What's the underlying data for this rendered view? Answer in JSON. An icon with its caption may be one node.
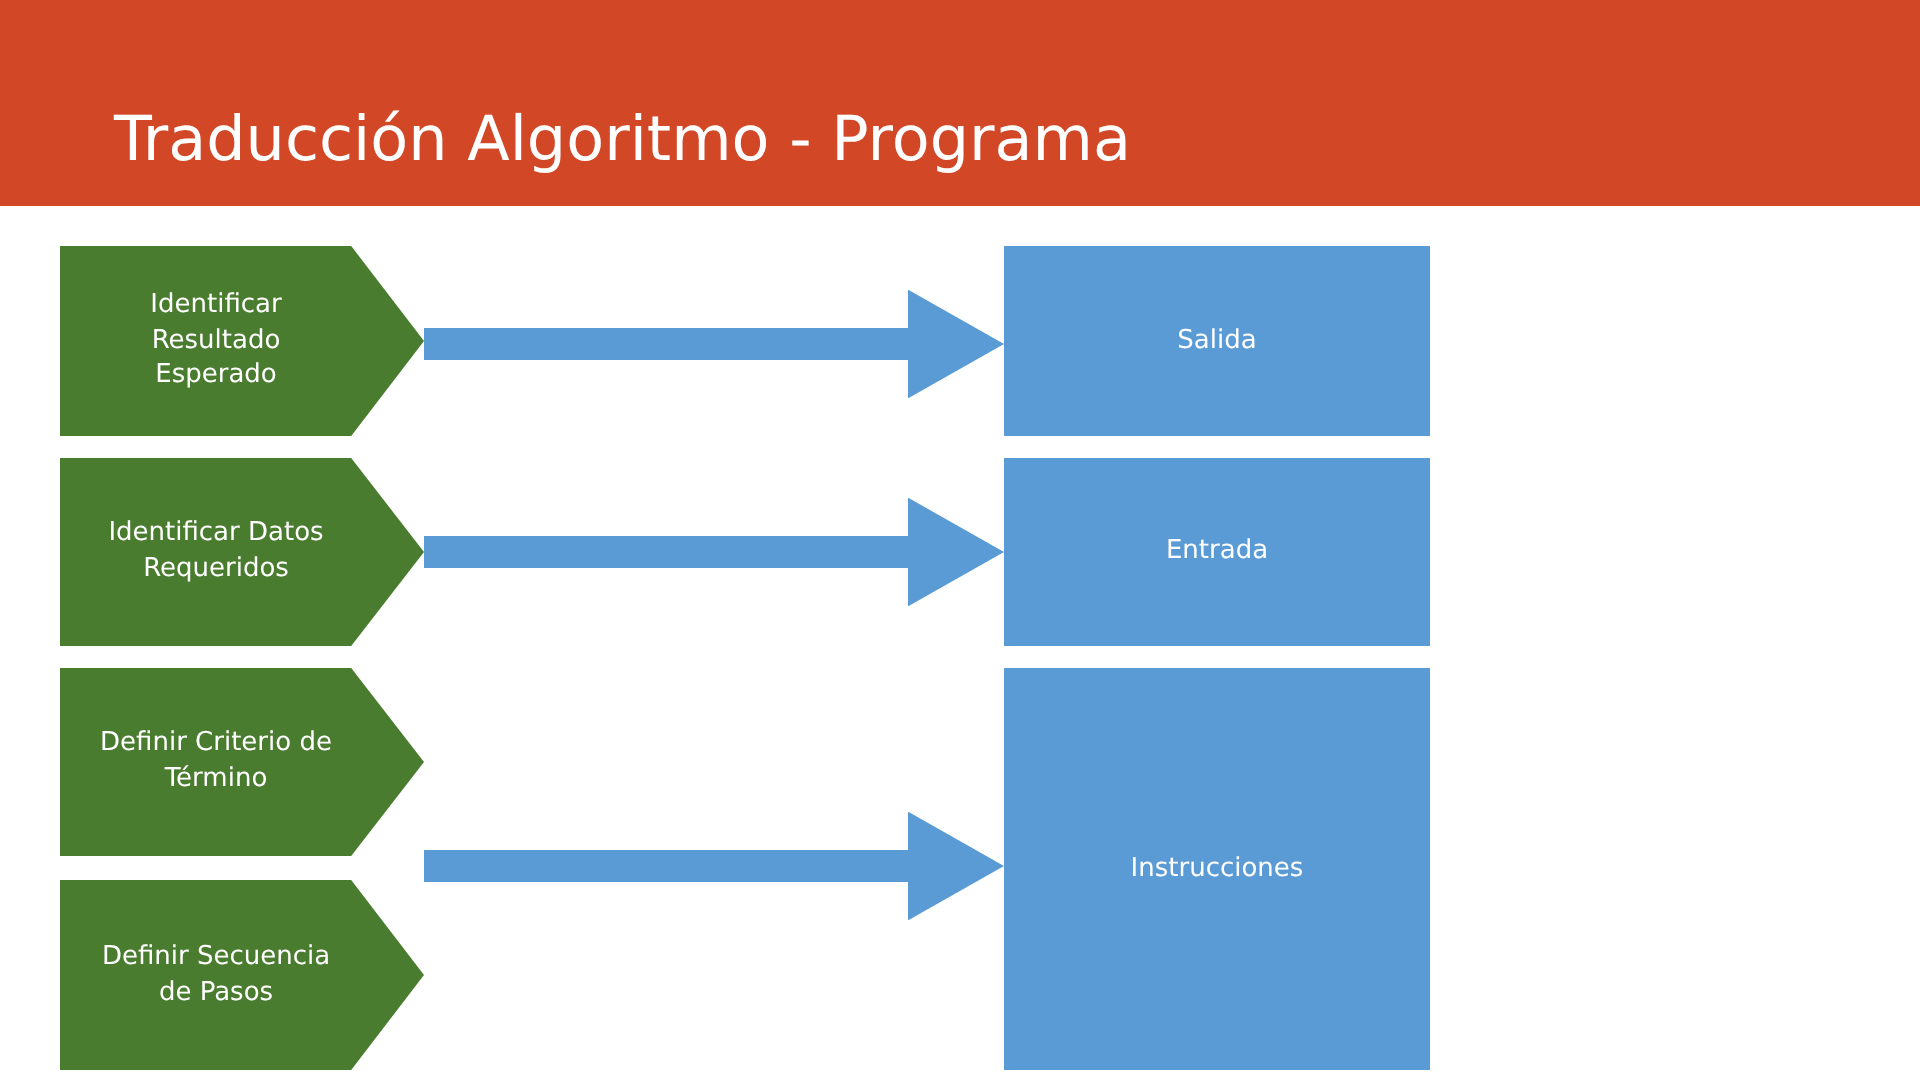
{
  "diagram": {
    "title": "Traducción Algoritmo - Programa",
    "nodes": [
      {
        "text": [
          "Identificar Resultado Esperado"
        ]
      },
      {
        "text": [
          "Identificar Datos Requeridos"
        ]
      },
      {
        "text": [
          "Definir Criterio de Término"
        ]
      },
      {
        "text": [
          "Definir Secuencia de Pasos"
        ]
      },
      {
        "text": [
          "Salida"
        ]
      },
      {
        "text": [
          "Entrada"
        ]
      },
      {
        "text": [
          "Instrucciones"
        ]
      }
    ],
    "edges": [
      {
        "from": 0,
        "to": 4,
        "arrow": "to"
      },
      {
        "from": 1,
        "to": 5,
        "arrow": "to"
      },
      {
        "from": 2,
        "to": 6,
        "arrow": "to"
      }
    ]
  }
}
